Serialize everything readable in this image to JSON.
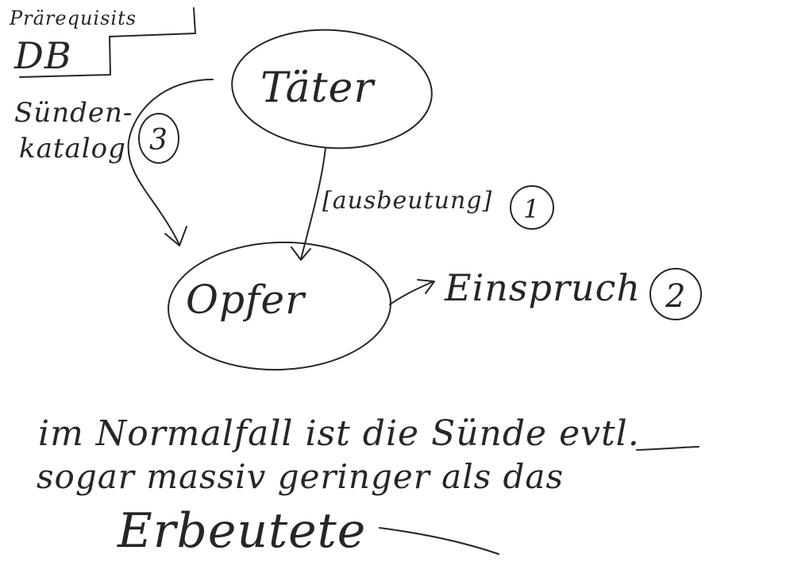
{
  "corner_box": {
    "label_line1": "Prärequisits",
    "label_line2": "DB"
  },
  "side_note": {
    "line1": "Sünden-",
    "line2": "katalog",
    "step": "3"
  },
  "nodes": {
    "perpetrator": {
      "label": "Täter"
    },
    "victim": {
      "label": "Opfer"
    }
  },
  "edges": {
    "exploitation": {
      "label": "[ausbeutung]",
      "step": "1"
    },
    "objection": {
      "label": "Einspruch",
      "step": "2"
    }
  },
  "note": {
    "line1": "im Normalfall ist die Sünde evtl.",
    "line2": "sogar massiv geringer als das",
    "line3": "Erbeutete"
  }
}
